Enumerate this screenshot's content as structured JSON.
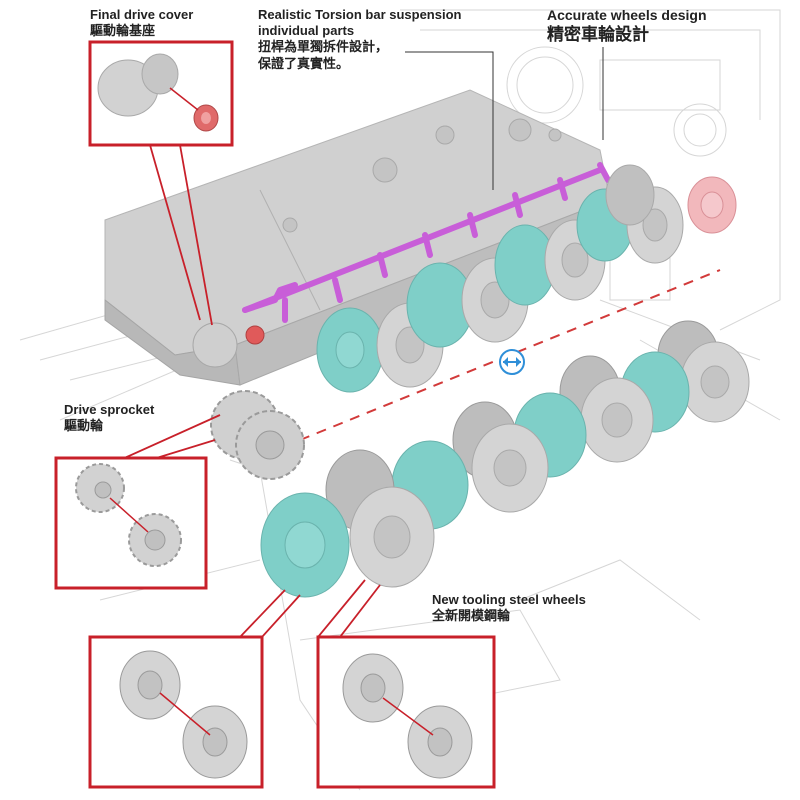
{
  "labels": {
    "final_drive_cover": {
      "en": "Final drive cover",
      "zh": "驅動輪基座"
    },
    "torsion_bar": {
      "en_line1": "Realistic Torsion bar suspension",
      "en_line2": "individual parts",
      "zh_line1": "扭桿為單獨拆件設計，",
      "zh_line2": "保證了真實性。"
    },
    "wheels_design": {
      "en": "Accurate wheels design",
      "zh": "精密車輪設計"
    },
    "drive_sprocket": {
      "en": "Drive sprocket",
      "zh": "驅動輪"
    },
    "steel_wheels": {
      "en": "New tooling steel wheels",
      "zh": "全新開模鋼輪"
    }
  },
  "colors": {
    "callout_frame": "#c8202a",
    "hull_grey": "#c9c9c9",
    "torsion_bar": "#c85ed8",
    "wheel_teal": "#7fcfc8",
    "wheel_grey": "#d4d4d4",
    "idler_pink": "#f2b8bc",
    "cap_red": "#e05a5a",
    "blueprint_line": "#cfcfcf",
    "flip_icon": "#2f8fd8"
  },
  "icons": {
    "flip": "flip-direction-icon"
  }
}
